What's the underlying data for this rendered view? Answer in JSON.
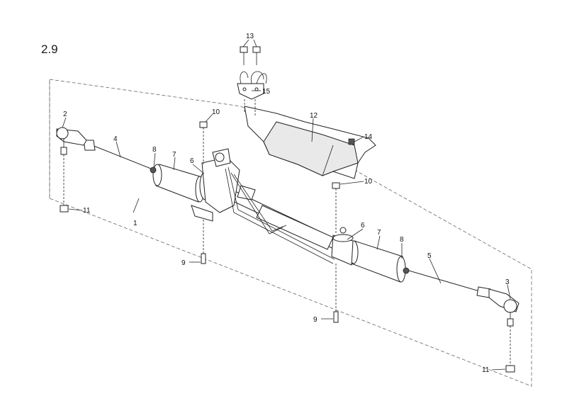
{
  "section_number": "2.9",
  "callouts": [
    {
      "id": "c1",
      "text": "1"
    },
    {
      "id": "c2",
      "text": "2"
    },
    {
      "id": "c3",
      "text": "3"
    },
    {
      "id": "c4",
      "text": "4"
    },
    {
      "id": "c5",
      "text": "5"
    },
    {
      "id": "c6a",
      "text": "6"
    },
    {
      "id": "c6b",
      "text": "6"
    },
    {
      "id": "c7a",
      "text": "7"
    },
    {
      "id": "c7b",
      "text": "7"
    },
    {
      "id": "c8a",
      "text": "8"
    },
    {
      "id": "c8b",
      "text": "8"
    },
    {
      "id": "c9a",
      "text": "9"
    },
    {
      "id": "c9b",
      "text": "9"
    },
    {
      "id": "c10a",
      "text": "10"
    },
    {
      "id": "c10b",
      "text": "10"
    },
    {
      "id": "c11a",
      "text": "11"
    },
    {
      "id": "c11b",
      "text": "11"
    },
    {
      "id": "c12",
      "text": "12"
    },
    {
      "id": "c13",
      "text": "13"
    },
    {
      "id": "c14",
      "text": "14"
    },
    {
      "id": "c15",
      "text": "15"
    }
  ]
}
